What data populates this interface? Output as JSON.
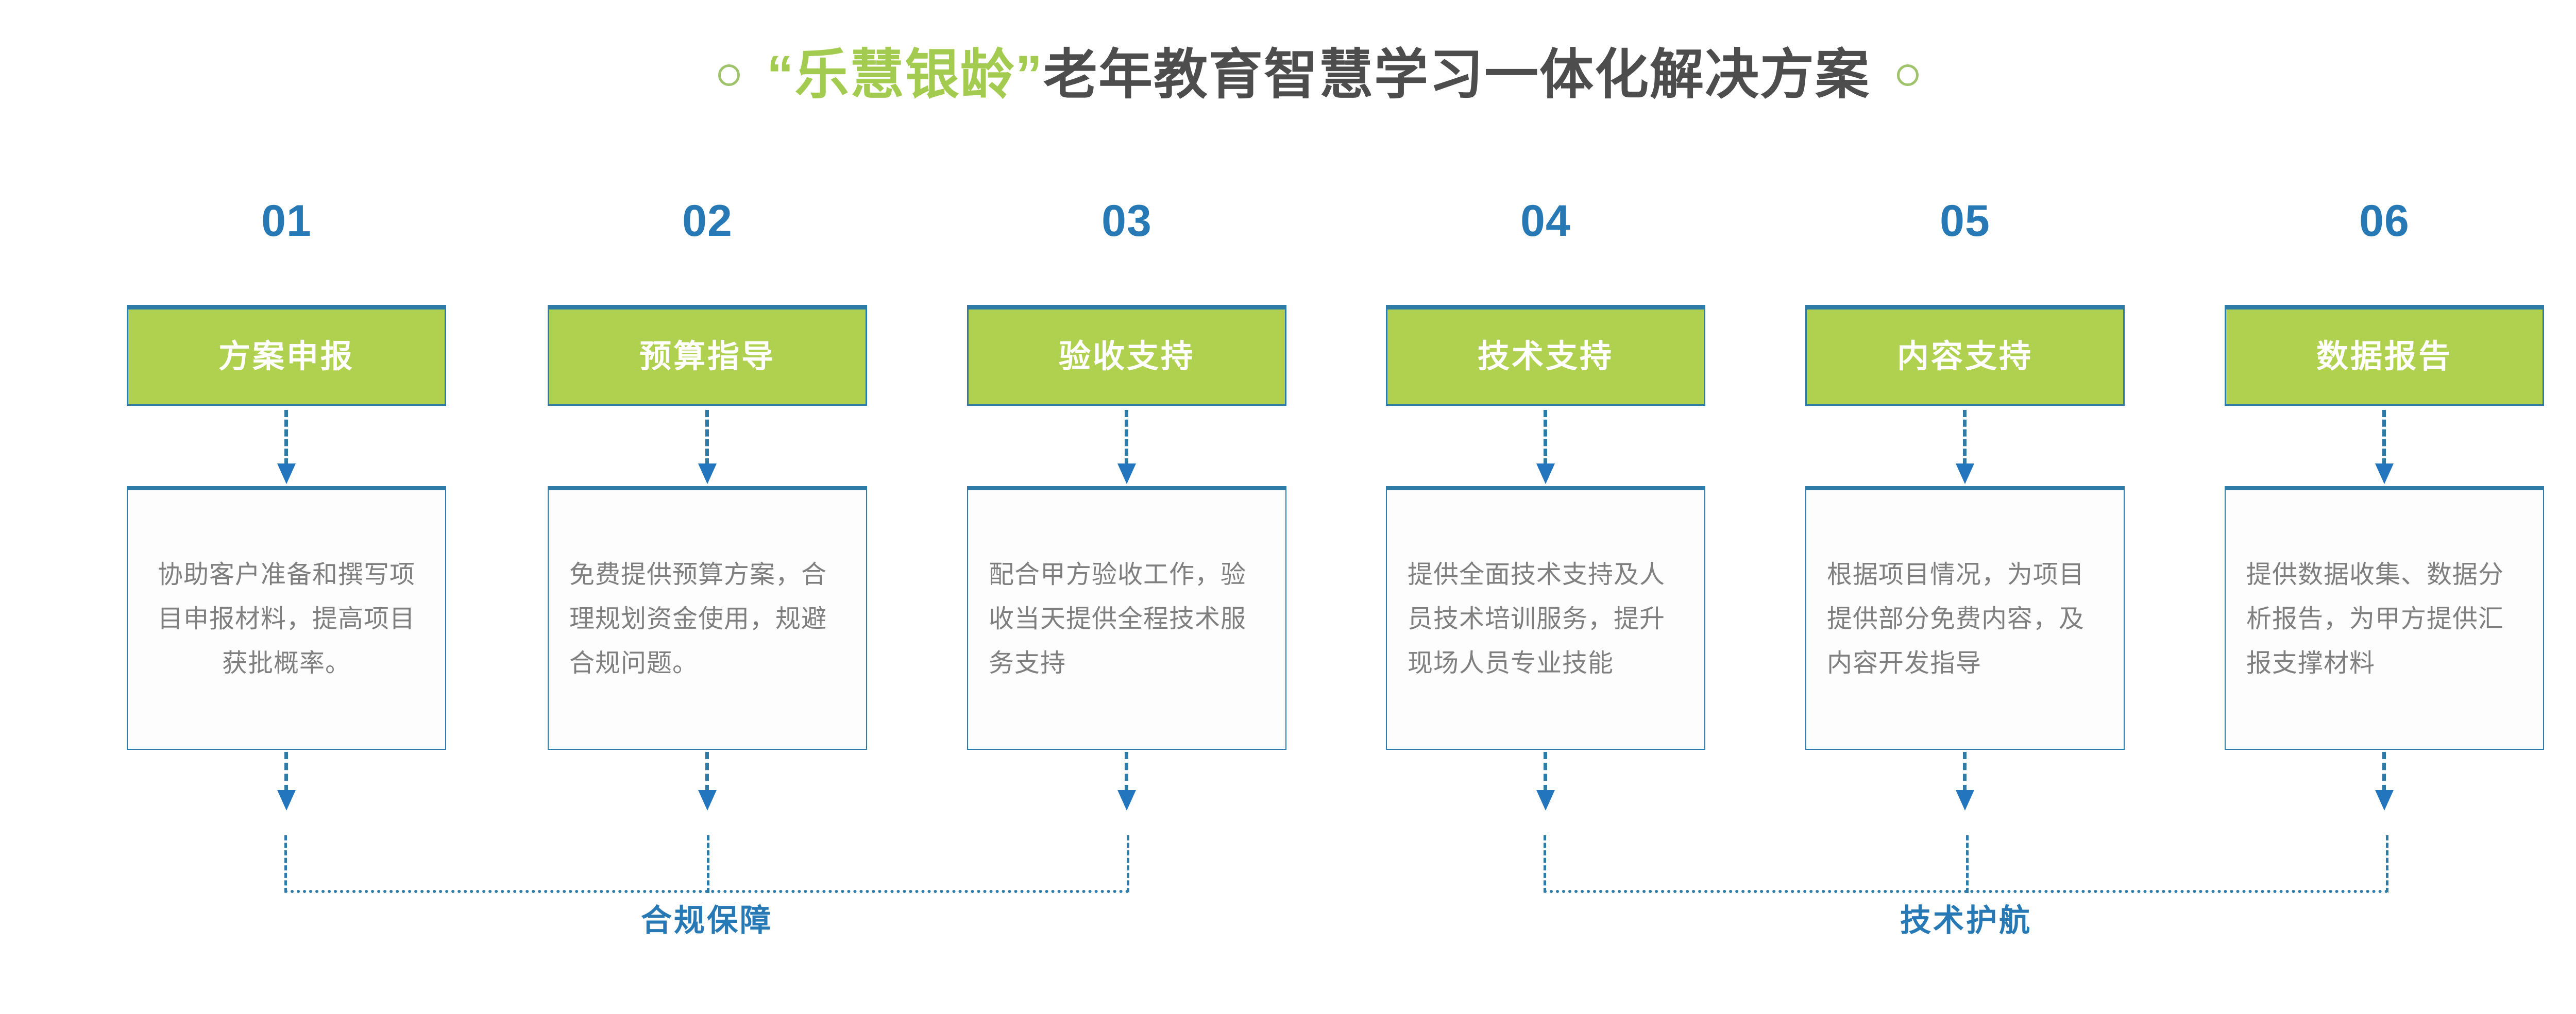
{
  "title": {
    "highlight": "“乐慧银龄”",
    "main": "老年教育智慧学习一体化解决方案",
    "left_dot": "circle-decoration",
    "right_dot": "circle-decoration"
  },
  "colors": {
    "accent_green": "#b0d14f",
    "title_green": "#a3cb50",
    "accent_blue": "#2679b5",
    "border_blue": "#2e7ba8",
    "body_text_gray": "#7f7f7f",
    "title_gray": "#4d4d4d"
  },
  "steps": [
    {
      "number": "01",
      "label": "方案申报",
      "description": "协助客户准备和撰写项目申报材料，提高项目获批概率。",
      "align": "center"
    },
    {
      "number": "02",
      "label": "预算指导",
      "description": "免费提供预算方案，合理规划资金使用，规避合规问题。",
      "align": "left"
    },
    {
      "number": "03",
      "label": "验收支持",
      "description": "配合甲方验收工作，验收当天提供全程技术服务支持",
      "align": "left"
    },
    {
      "number": "04",
      "label": "技术支持",
      "description": "提供全面技术支持及人员技术培训服务，提升现场人员专业技能",
      "align": "left"
    },
    {
      "number": "05",
      "label": "内容支持",
      "description": "根据项目情况，为项目提供部分免费内容，及内容开发指导",
      "align": "left"
    },
    {
      "number": "06",
      "label": "数据报告",
      "description": "提供数据收集、数据分析报告，为甲方提供汇报支撑材料",
      "align": "left"
    }
  ],
  "groups": [
    {
      "label": "合规保障",
      "covers": [
        "01",
        "02",
        "03"
      ]
    },
    {
      "label": "技术护航",
      "covers": [
        "04",
        "05",
        "06"
      ]
    }
  ]
}
